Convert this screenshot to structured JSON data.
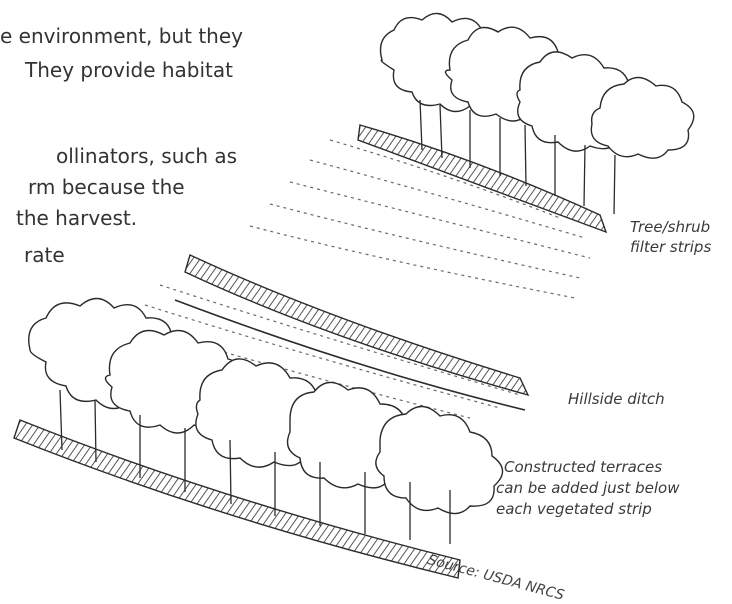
{
  "text_lines": [
    "e environment, but they",
    "They provide habitat",
    "ollinators, such as",
    "rm because the",
    " the harvest.",
    "rate"
  ],
  "labels": {
    "tree_strips_line1": "Tree/shrub",
    "tree_strips_line2": "filter strips",
    "hillside_ditch": "Hillside ditch",
    "terraces_line1": "Constructed terraces",
    "terraces_line2": "can be added just below",
    "terraces_line3": "each vegetated strip"
  },
  "source": "Source: USDA NRCS",
  "colors": {
    "ink": "#2b2b2b",
    "text": "#333333"
  }
}
